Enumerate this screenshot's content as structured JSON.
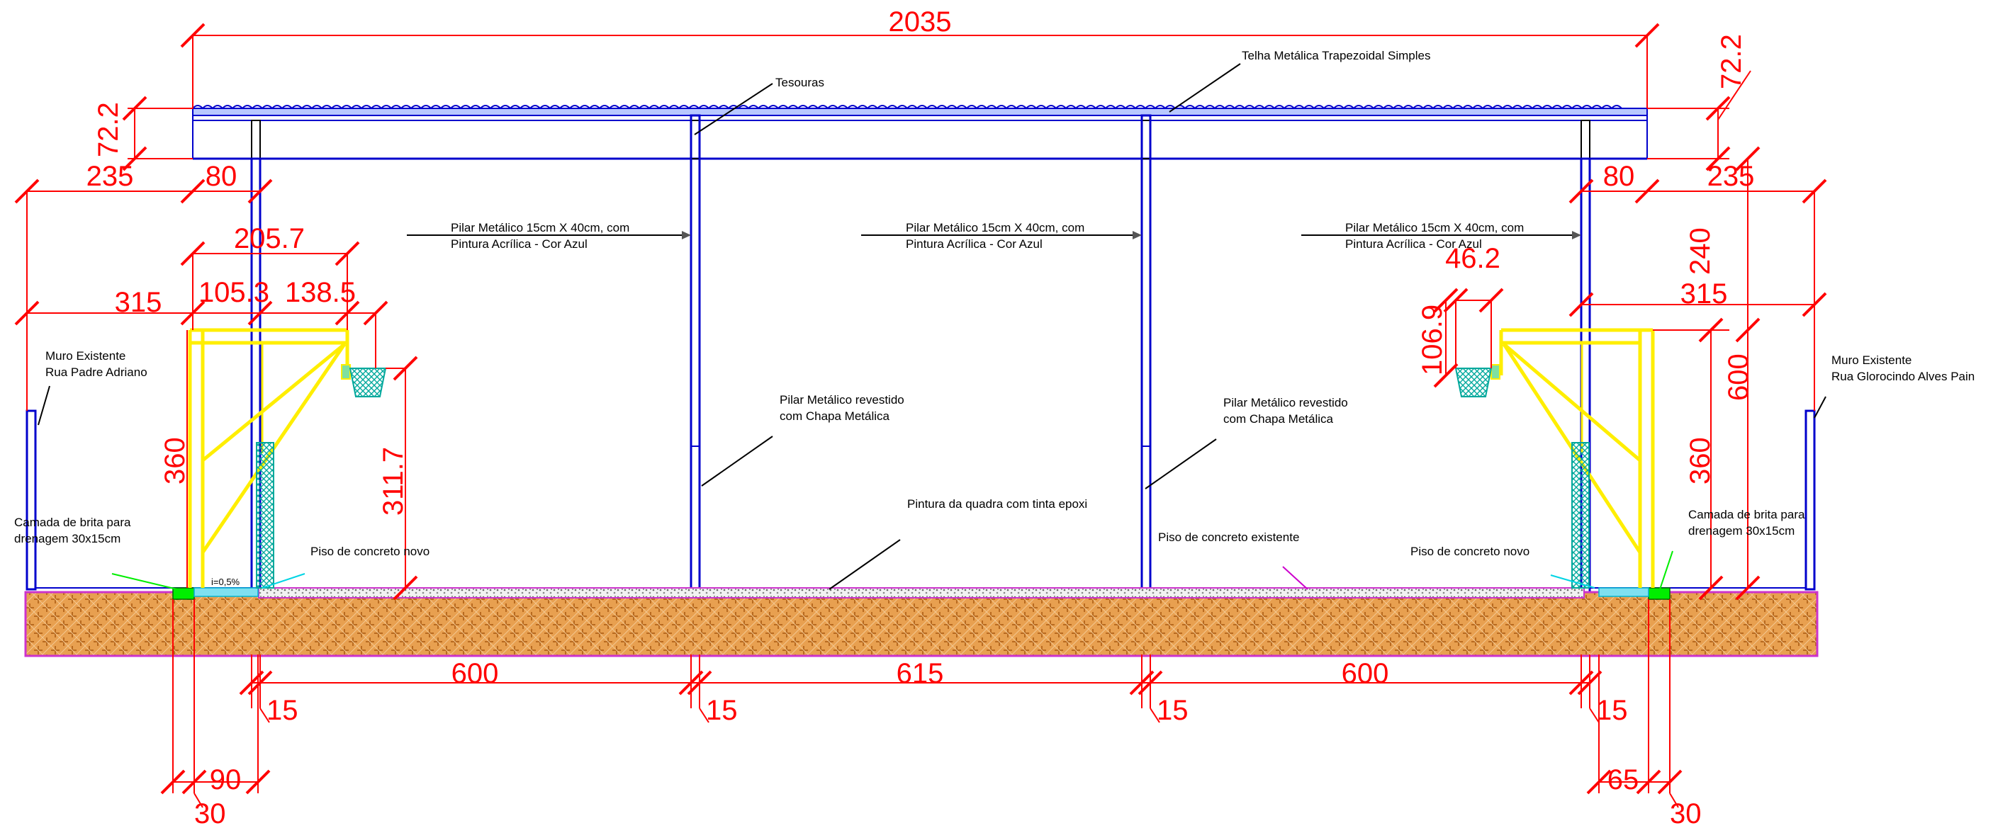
{
  "colors": {
    "dimension": "#ff0000",
    "structure": "#0000cc",
    "hoop_frame": "#ffee00",
    "net": "#00a89c",
    "gravel_drain": "#00ee00",
    "soil": "#e8a050",
    "outline": "#cc33cc",
    "text": "#000000"
  },
  "dims": {
    "total_width": "2035",
    "roof_height_left": "72.2",
    "roof_height_right": "72.2",
    "left_235": "235",
    "left_80": "80",
    "right_80": "80",
    "right_235": "235",
    "left_205": "205.7",
    "left_315": "315",
    "left_105": "105.3",
    "left_138": "138.5",
    "left_360": "360",
    "left_311": "311.7",
    "right_46": "46.2",
    "right_240": "240",
    "right_315": "315",
    "right_106": "106.9",
    "right_600": "600",
    "right_360": "360",
    "span_1": "600",
    "span_2": "615",
    "span_3": "600",
    "pillar_1": "15",
    "pillar_2": "15",
    "pillar_3": "15",
    "pillar_4": "15",
    "left_90": "90",
    "left_30": "30",
    "right_65": "65",
    "right_30": "30"
  },
  "labels": {
    "roof_tile": "Telha Metálica Trapezoidal Simples",
    "trusses": "Tesouras",
    "pillar_note_1a": "Pilar Metálico 15cm X 40cm, com",
    "pillar_note_1b": "Pintura Acrílica - Cor Azul",
    "pillar_note_2a": "Pilar Metálico 15cm X 40cm, com",
    "pillar_note_2b": "Pintura Acrílica - Cor Azul",
    "pillar_note_3a": "Pilar Metálico 15cm X 40cm, com",
    "pillar_note_3b": "Pintura Acrílica - Cor Azul",
    "wall_left_a": "Muro Existente",
    "wall_left_b": "Rua Padre Adriano",
    "wall_right_a": "Muro Existente",
    "wall_right_b": "Rua Glorocindo Alves Pain",
    "clad_1a": "Pilar Metálico revestido",
    "clad_1b": "com Chapa Metálica",
    "clad_2a": "Pilar Metálico revestido",
    "clad_2b": "com Chapa Metálica",
    "gravel_left_a": "Camada de brita para",
    "gravel_left_b": "drenagem 30x15cm",
    "gravel_right_a": "Camada de brita para",
    "gravel_right_b": "drenagem 30x15cm",
    "new_floor_left": "Piso de concreto novo",
    "new_floor_right": "Piso de concreto novo",
    "epoxy": "Pintura da quadra com tinta epoxi",
    "existing_floor": "Piso de concreto existente",
    "slope": "i=0,5%"
  }
}
